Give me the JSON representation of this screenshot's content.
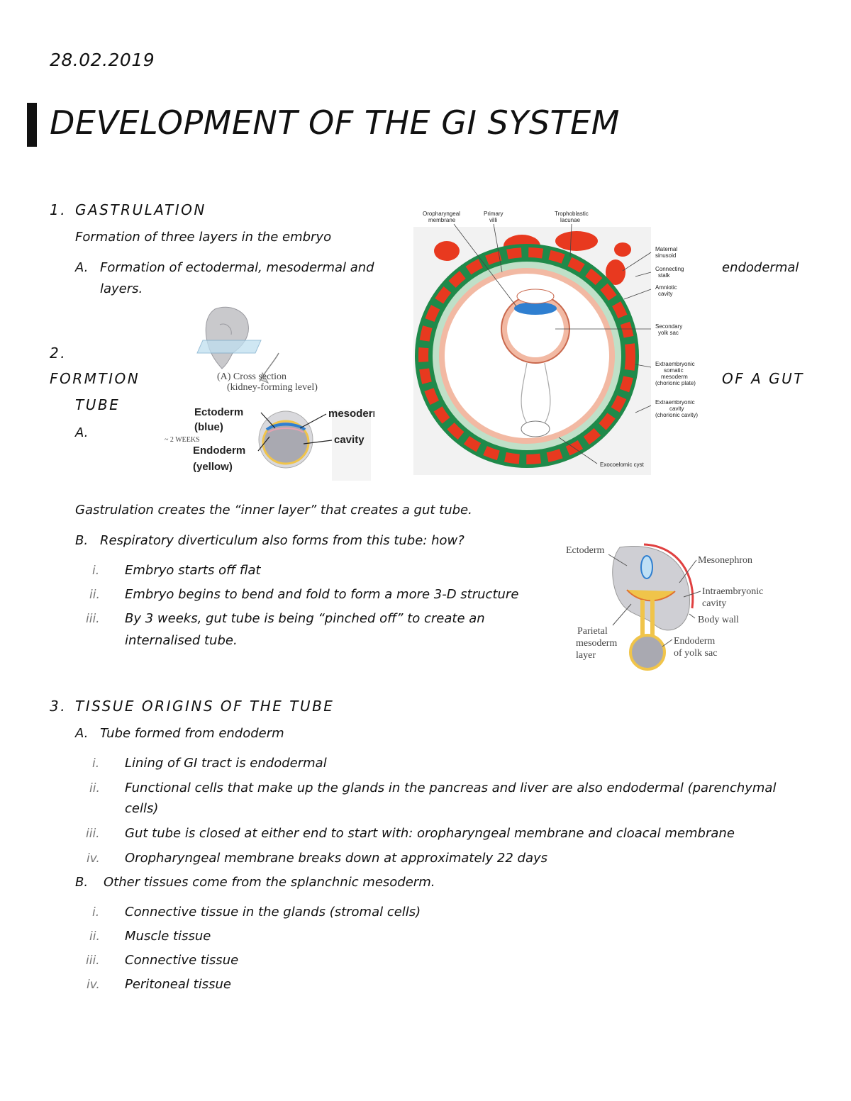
{
  "date": "28.02.2019",
  "title": "DEVELOPMENT OF THE GI SYSTEM",
  "s1": {
    "num": "1.",
    "heading": "GASTRULATION",
    "intro": "Formation of three layers in the embryo",
    "a_letter": "A.",
    "a_line1": "Formation of ectodermal, mesodermal and",
    "a_right": "endodermal",
    "a_line2": "layers."
  },
  "s2": {
    "num": "2.",
    "heading_left": "FORMTION",
    "heading_right": "OF A GUT",
    "heading_cont": "TUBE",
    "a_letter": "A.",
    "body": "Gastrulation creates the “inner layer” that creates a gut tube.",
    "b_letter": "B.",
    "b_text": "Respiratory diverticulum also forms from this tube: how?",
    "items": [
      {
        "n": "i.",
        "text": "Embryo starts off flat"
      },
      {
        "n": "ii.",
        "text": "Embryo begins to bend and fold to form a more 3-D structure"
      },
      {
        "n": "iii.",
        "text": "By 3 weeks, gut tube is being “pinched off” to create an"
      }
    ],
    "item3_cont": "internalised tube."
  },
  "s3": {
    "num": "3.",
    "heading": "TISSUE ORIGINS OF THE TUBE",
    "a_letter": "A.",
    "a_text": "Tube formed from endoderm",
    "a_items": [
      {
        "n": "i.",
        "text": "Lining of GI tract is endodermal"
      },
      {
        "n": "ii.",
        "text": "Functional cells that make up the glands in the pancreas and liver are also endodermal (parenchymal"
      },
      {
        "n": "iii.",
        "text": "Gut tube is closed at either end to start with: oropharyngeal membrane and cloacal membrane"
      },
      {
        "n": "iv.",
        "text": "Oropharyngeal membrane breaks down at approximately 22 days"
      }
    ],
    "a_item2_cont": "cells)",
    "b_letter": "B.",
    "b_text": "Other tissues come from the splanchnic mesoderm.",
    "b_items": [
      {
        "n": "i.",
        "text": "Connective tissue in the glands (stromal cells)"
      },
      {
        "n": "ii.",
        "text": "Muscle tissue"
      },
      {
        "n": "iii.",
        "text": "Connective tissue"
      },
      {
        "n": "iv.",
        "text": "Peritoneal tissue"
      }
    ]
  },
  "fig1": {
    "cross": "(A)  Cross section",
    "kidney": "(kidney-forming level)",
    "ectoderm": "Ectoderm",
    "blue": "(blue)",
    "weeks": "~ 2 WEEKS",
    "endoderm": "Endoderm",
    "yellow": "(yellow)",
    "mesoderm": "mesoderm",
    "cavity": "cavity"
  },
  "fig2": {
    "oro1": "Oropharyngeal",
    "oro2": "membrane",
    "prim1": "Primary",
    "prim2": "villi",
    "tropho1": "Trophoblastic",
    "tropho2": "lacunae",
    "mat1": "Maternal",
    "mat2": "sinusoid",
    "conn1": "Connecting",
    "conn2": "stalk",
    "amn1": "Amniotic",
    "amn2": "cavity",
    "sec1": "Secondary",
    "sec2": "yolk sac",
    "som1": "Extraembryonic",
    "som2": "somatic",
    "som3": "mesoderm",
    "som4": "(chorionic plate)",
    "cav1": "Extraembryonic",
    "cav2": "cavity",
    "cav3": "(chorionic cavity)",
    "exo": "Exocoelomic cyst"
  },
  "fig3": {
    "ectoderm": "Ectoderm",
    "mesonephron": "Mesonephron",
    "intra1": "Intraembryonic",
    "intra2": "cavity",
    "body": "Body wall",
    "par1": "Parietal",
    "par2": "mesoderm",
    "par3": "layer",
    "endo1": "Endoderm",
    "endo2": "of yolk sac"
  },
  "colors": {
    "villi_red": "#e8391f",
    "villi_green": "#1f8a4a",
    "tissue_pink": "#f2b9a3",
    "ectoderm_blue": "#2f7fd0",
    "endoderm_yellow": "#f0c44a"
  }
}
